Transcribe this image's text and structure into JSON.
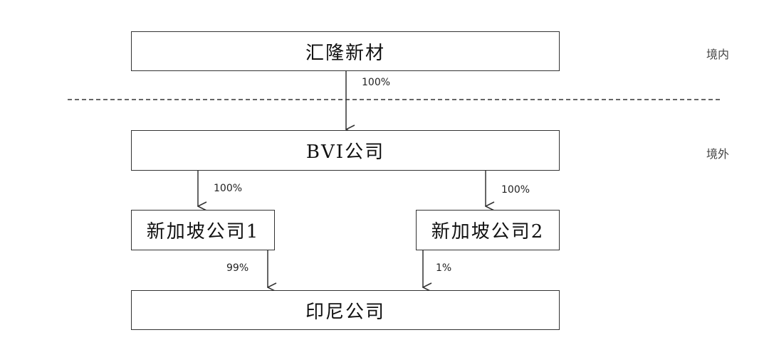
{
  "colors": {
    "line": "#333333",
    "text": "#111111",
    "divider": "#333333"
  },
  "nodes": {
    "huilong": "汇隆新材",
    "bvi": "BVI公司",
    "singapore1": "新加坡公司1",
    "singapore2": "新加坡公司2",
    "indonesia": "印尼公司"
  },
  "edges": {
    "huilong_bvi": "100%",
    "bvi_sg1": "100%",
    "bvi_sg2": "100%",
    "sg1_indonesia": "99%",
    "sg2_indonesia": "1%"
  },
  "regions": {
    "domestic": "境内",
    "overseas": "境外"
  }
}
